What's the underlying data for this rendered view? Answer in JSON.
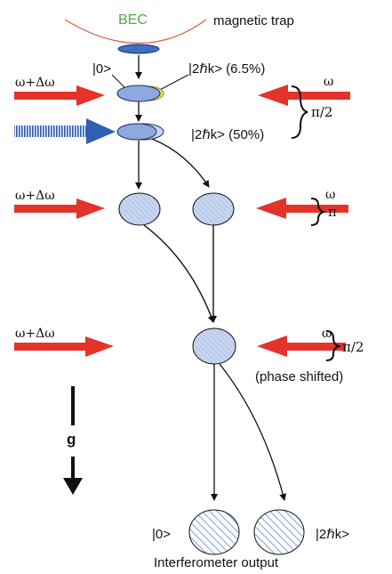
{
  "labels": {
    "bec": "BEC",
    "magnetic_trap": "magnetic trap",
    "ket0": "|0>",
    "ket2hk_65": "|2ℏk> (6.5%)",
    "ket2hk_50": "|2ℏk> (50%)",
    "omega_plus_delta_1": "ω+Δω",
    "omega_plus_delta_2": "ω+Δω",
    "omega_plus_delta_3": "ω+Δω",
    "omega_1": "ω",
    "omega_2": "ω",
    "omega_3": "ω",
    "pi_half_1": "π/2",
    "pi": "π",
    "pi_half_2": "π/2",
    "phase_shifted": "(phase shifted)",
    "gravity": "g",
    "out_ket0": "|0>",
    "out_ket2hk": "|2ℏk>",
    "interferometer_output": "Interferometer output"
  },
  "colors": {
    "trap_line": "#e0604a",
    "bec_text": "#4caf3c",
    "laser_red": "#e3332b",
    "laser_blue": "#2f5fb5",
    "cloud_fill": "#b7c8ea",
    "cloud_dark": "#3f6fc2",
    "highlight_yellow": "#e9e24a"
  }
}
